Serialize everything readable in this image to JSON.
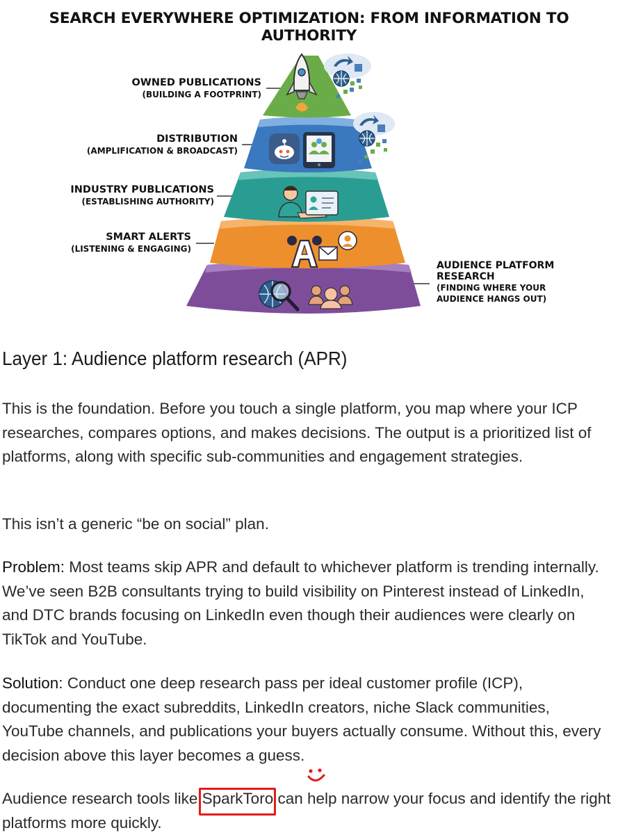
{
  "figure": {
    "title": "SEARCH EVERYWHERE OPTIMIZATION: FROM INFORMATION TO AUTHORITY",
    "layers": [
      {
        "name": "OWNED PUBLICATIONS",
        "sub": "(BUILDING A FOOTPRINT)",
        "color": "#6db04b",
        "icons": [
          "rocket-icon",
          "globe-share-icon"
        ]
      },
      {
        "name": "DISTRIBUTION",
        "sub": "(AMPLIFICATION & BROADCAST)",
        "color": "#3f7fc4",
        "icons": [
          "reddit-icon",
          "tablet-community-icon",
          "globe-share-icon"
        ]
      },
      {
        "name": "INDUSTRY PUBLICATIONS",
        "sub": "(ESTABLISHING AUTHORITY)",
        "color": "#2fa59a",
        "icons": [
          "presenter-icon",
          "id-card-icon"
        ]
      },
      {
        "name": "SMART ALERTS",
        "sub": "(LISTENING & ENGAGING)",
        "color": "#f0922f",
        "icons": [
          "alert-a-icon",
          "mail-icon",
          "avatar-icon"
        ]
      },
      {
        "name": "AUDIENCE PLATFORM RESEARCH",
        "sub": "(FINDING WHERE YOUR AUDIENCE HANGS OUT)",
        "color": "#8d5aa8",
        "icons": [
          "magnifier-globe-icon",
          "audience-icon"
        ]
      }
    ],
    "right_label": {
      "line1": "AUDIENCE PLATFORM",
      "line2": "RESEARCH",
      "line3": "(FINDING WHERE YOUR",
      "line4": "AUDIENCE HANGS OUT)"
    }
  },
  "article": {
    "heading": "Layer 1: Audience platform research (APR)",
    "p1": "This is the foundation. Before you touch a single platform, you map where your ICP researches, compares options, and makes decisions. The output is a prioritized list of platforms, along with specific sub-communities and engagement strategies.",
    "p2": "This isn’t a generic “be on social” plan.",
    "p3_lead": "Problem:",
    "p3": " Most teams skip APR and default to whichever platform is trending internally. We’ve seen B2B consultants trying to build visibility on Pinterest instead of LinkedIn, and DTC brands focusing on LinkedIn even though their audiences were clearly on TikTok and YouTube.",
    "p4_lead": "Solution:",
    "p4": " Conduct one deep research pass per ideal customer profile (ICP), documenting the exact subreddits, LinkedIn creators, niche Slack communities, YouTube channels, and publications your buyers actually consume. Without this, every decision above this layer becomes a guess.",
    "p5_before": "Audience research tools like ",
    "p5_link": "SparkToro",
    "p5_after": " can help narrow your focus and identify the right platforms more quickly."
  },
  "annotation": {
    "mark_color": "#e21b1b",
    "doodle": "smiley-doodle-icon"
  }
}
